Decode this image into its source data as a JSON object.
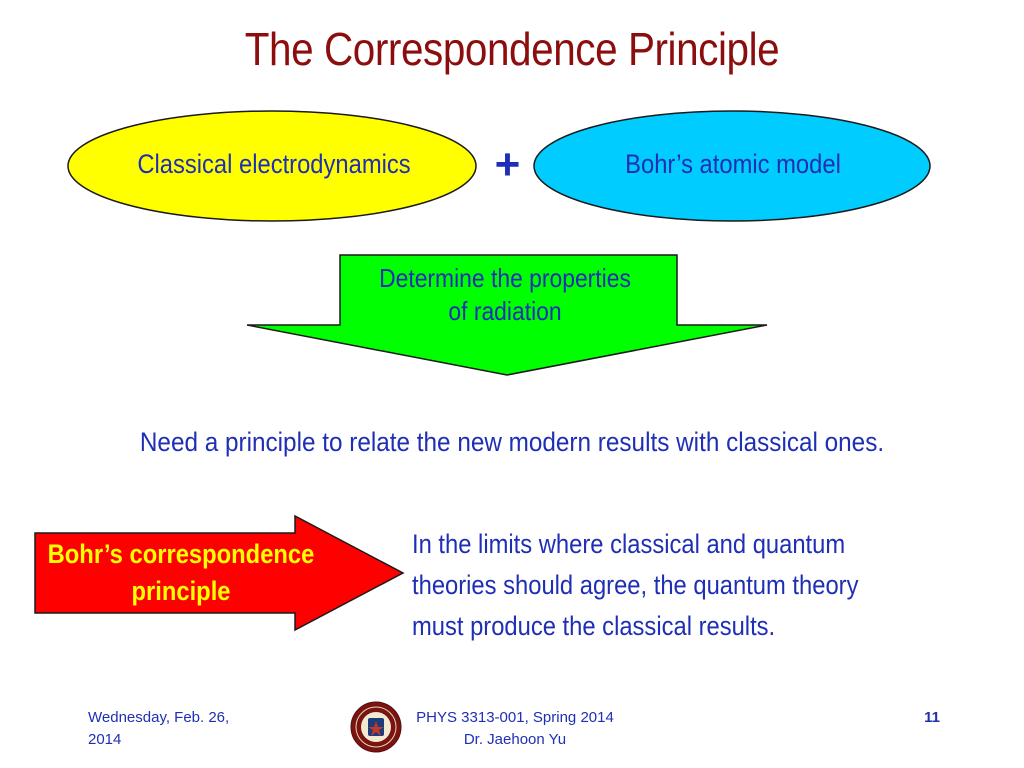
{
  "slide": {
    "title": "The Correspondence Principle",
    "left_ellipse": "Classical electrodynamics",
    "plus": "+",
    "right_ellipse": "Bohr’s atomic model",
    "arrow_line1": "Determine the properties",
    "arrow_line2": "of radiation",
    "need_text": "Need a principle to relate the new modern results with classical ones.",
    "bohr_line1": "Bohr’s correspondence",
    "bohr_line2": "principle",
    "limits_lines": [
      "In the limits where classical and quantum",
      "theories should agree, the quantum theory",
      "must produce the classical results."
    ]
  },
  "footer": {
    "date_line1": "Wednesday, Feb. 26,",
    "date_line2": "2014",
    "course": "PHYS 3313-001, Spring 2014",
    "instructor": "Dr. Jaehoon Yu",
    "page": "11"
  },
  "colors": {
    "title": "#8b0d0d",
    "text": "#1f2fb5",
    "left_ellipse_fill": "#ffff00",
    "right_ellipse_fill": "#00ccff",
    "arrow_fill": "#00ff00",
    "bohr_arrow_fill": "#ff0000",
    "bohr_text": "#ffff00"
  },
  "icons": {
    "seal": "university-seal-icon"
  }
}
